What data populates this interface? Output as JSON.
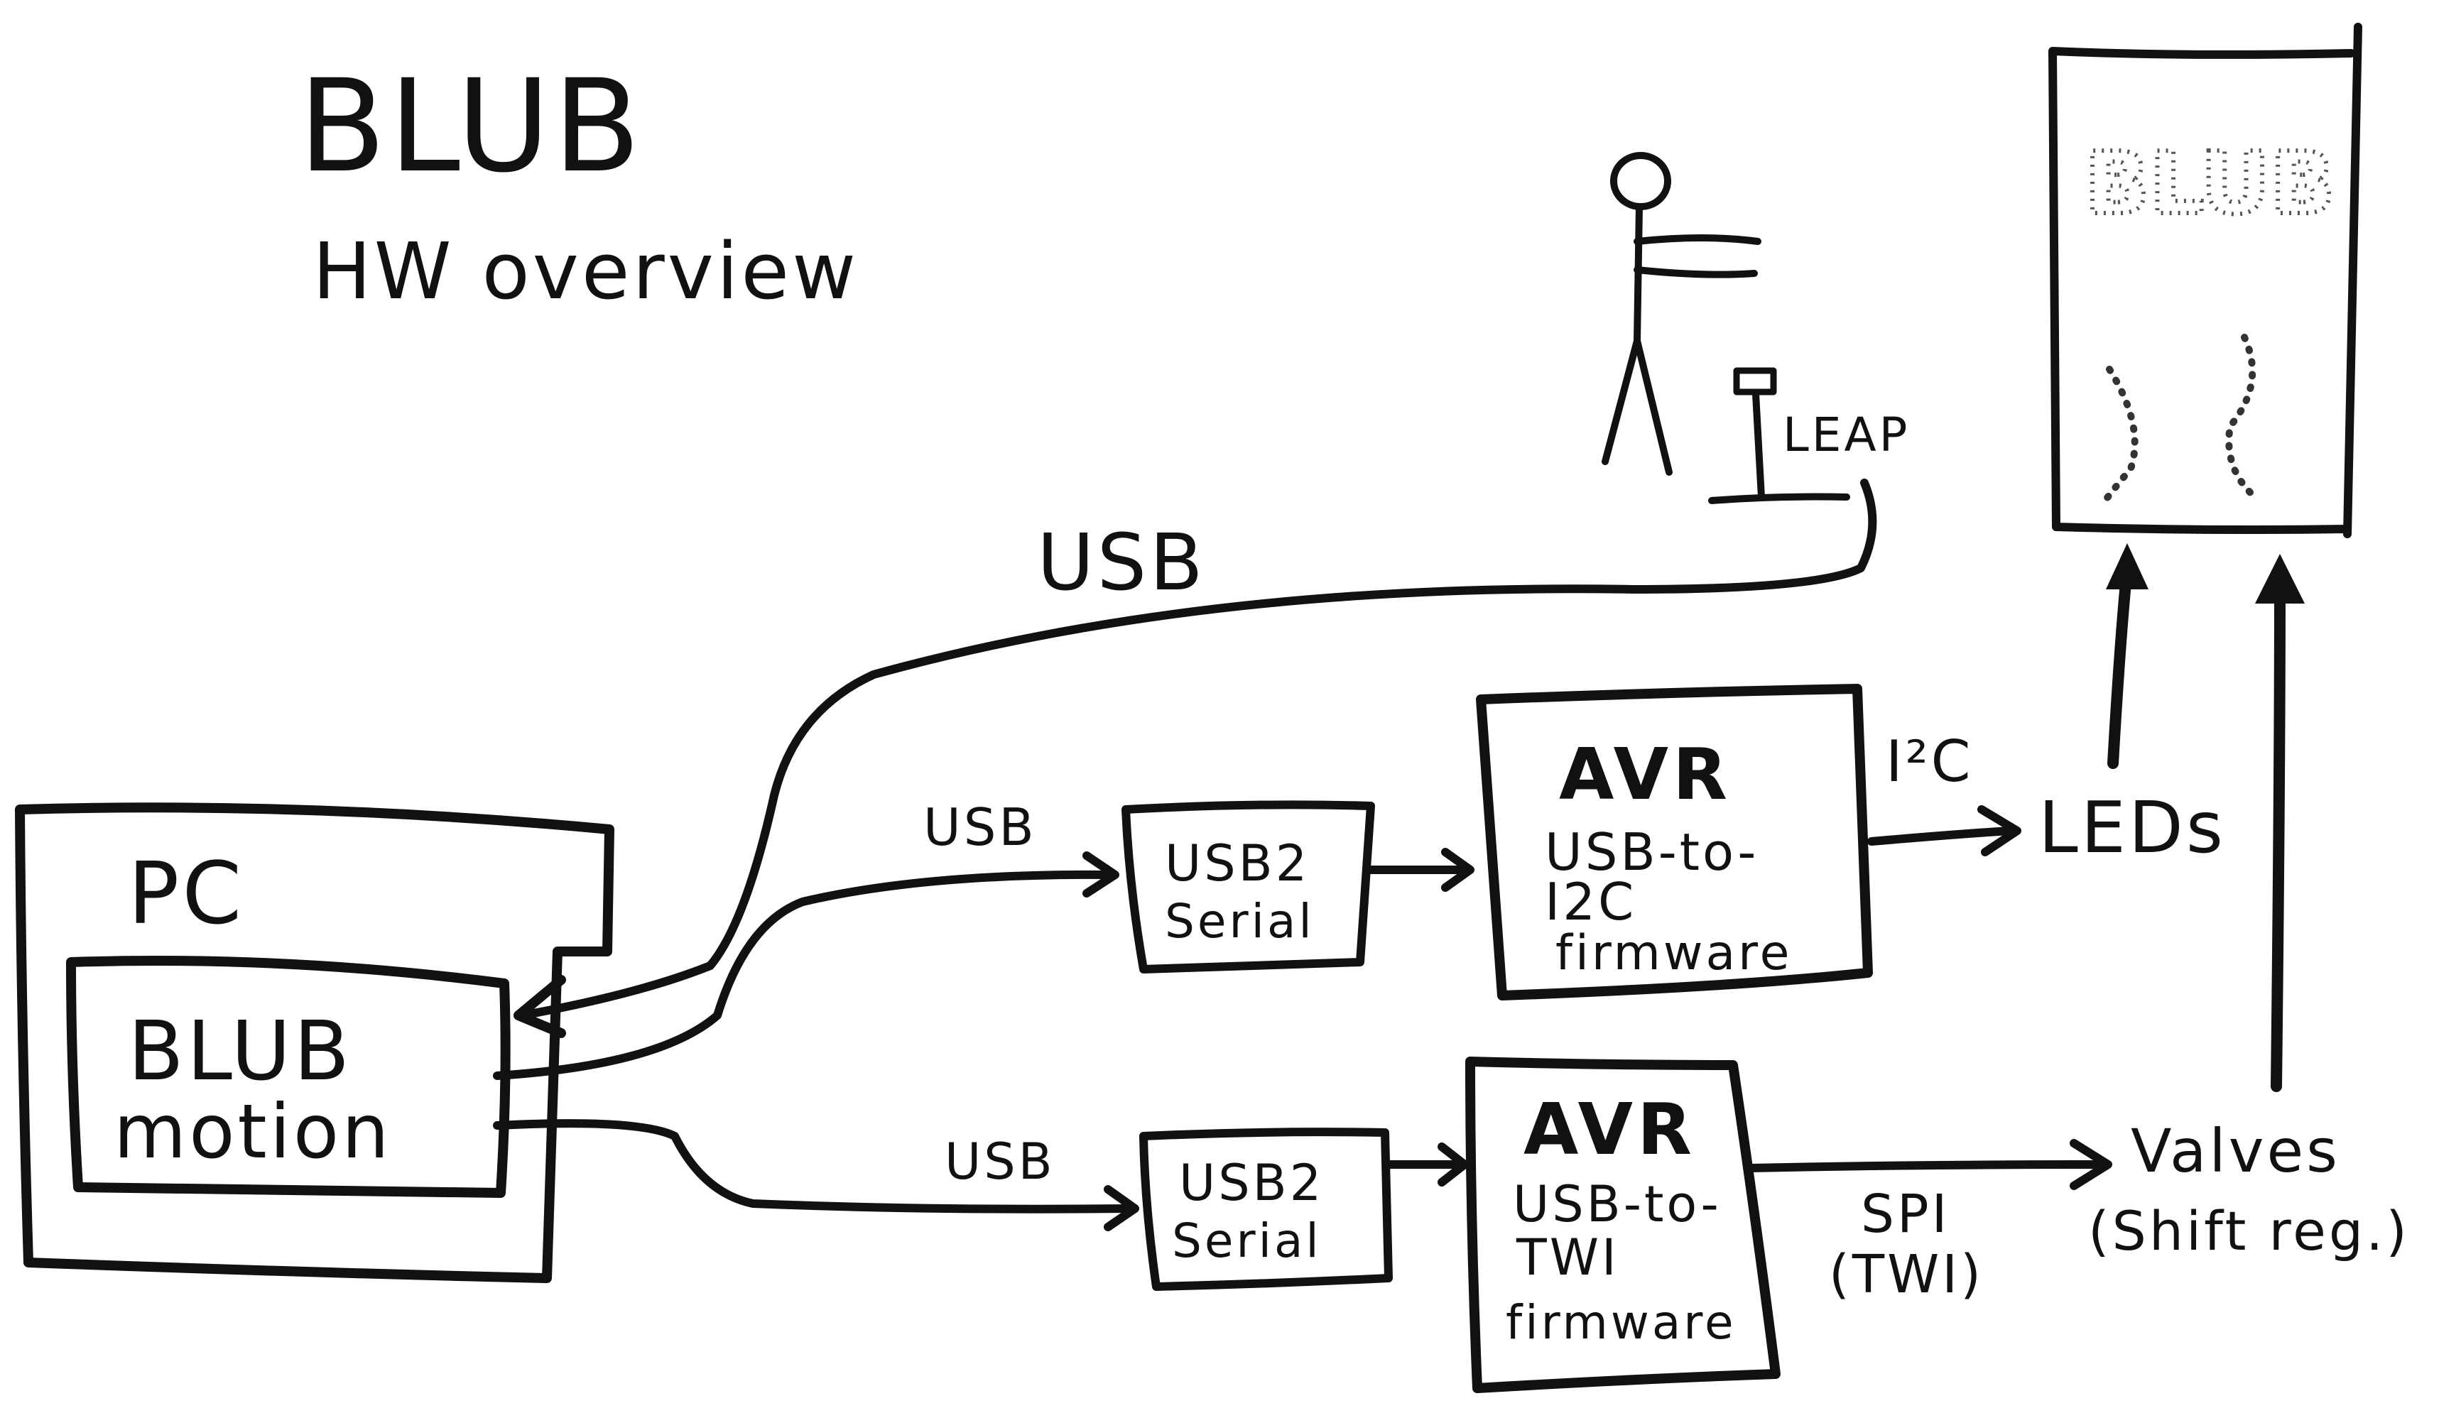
{
  "title": {
    "line1": "BLUB",
    "line2": "HW overview"
  },
  "nodes": {
    "pc": {
      "label": "PC"
    },
    "blub_motion": {
      "line1": "BLUB",
      "line2": "motion"
    },
    "usb2serial_top": {
      "line1": "USB2",
      "line2": "Serial"
    },
    "usb2serial_bottom": {
      "line1": "USB2",
      "line2": "Serial"
    },
    "avr_top": {
      "title": "AVR",
      "line1": "USB-to-",
      "line2": "I2C",
      "line3": "firmware"
    },
    "avr_bottom": {
      "title": "AVR",
      "line1": "USB-to-",
      "line2": "TWI",
      "line3": "firmware"
    },
    "leds": {
      "label": "LEDs"
    },
    "valves": {
      "line1": "Valves",
      "line2": "(Shift reg.)"
    },
    "leap": {
      "label": "LEAP"
    },
    "display": {
      "text": "BLUB"
    }
  },
  "edges": {
    "leap_to_pc": {
      "label": "USB"
    },
    "pc_to_serial_top": {
      "label": "USB"
    },
    "pc_to_serial_bottom": {
      "label": "USB"
    },
    "avr_top_to_leds": {
      "label": "I²C"
    },
    "avr_bottom_to_valves": {
      "line1": "SPI",
      "line2": "(TWI)"
    }
  }
}
